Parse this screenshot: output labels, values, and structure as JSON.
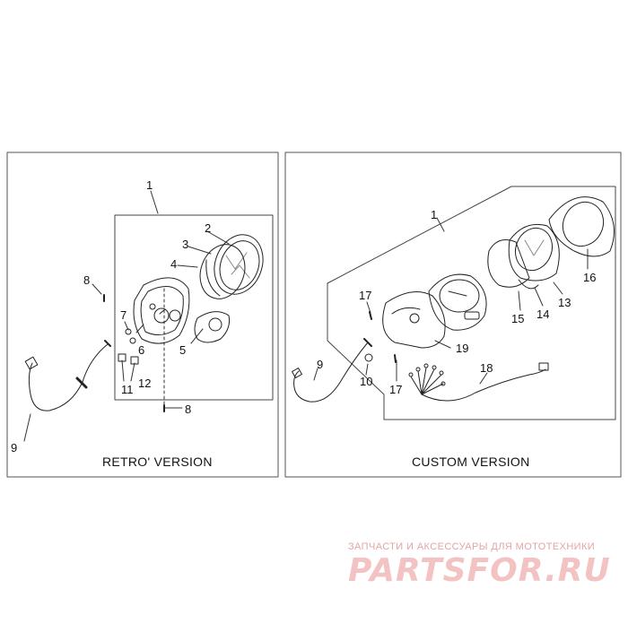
{
  "panels": {
    "retro": {
      "caption": "RETRO' VERSION",
      "callouts": {
        "c1": "1",
        "c2": "2",
        "c3": "3",
        "c4": "4",
        "c5": "5",
        "c6": "6",
        "c7": "7",
        "c8a": "8",
        "c8b": "8",
        "c9": "9",
        "c11": "11",
        "c12": "12"
      }
    },
    "custom": {
      "caption": "CUSTOM VERSION",
      "callouts": {
        "c1": "1",
        "c9": "9",
        "c10": "10",
        "c13": "13",
        "c14": "14",
        "c15": "15",
        "c16": "16",
        "c17a": "17",
        "c17b": "17",
        "c18": "18",
        "c19": "19"
      }
    }
  },
  "watermark": {
    "tagline": "ЗАПЧАСТИ И АКСЕССУАРЫ ДЛЯ МОТОТЕХНИКИ",
    "logo": "PARTSFOR.RU"
  },
  "colors": {
    "line": "#222222",
    "border": "#555555",
    "watermark": "#e8a0a0"
  }
}
